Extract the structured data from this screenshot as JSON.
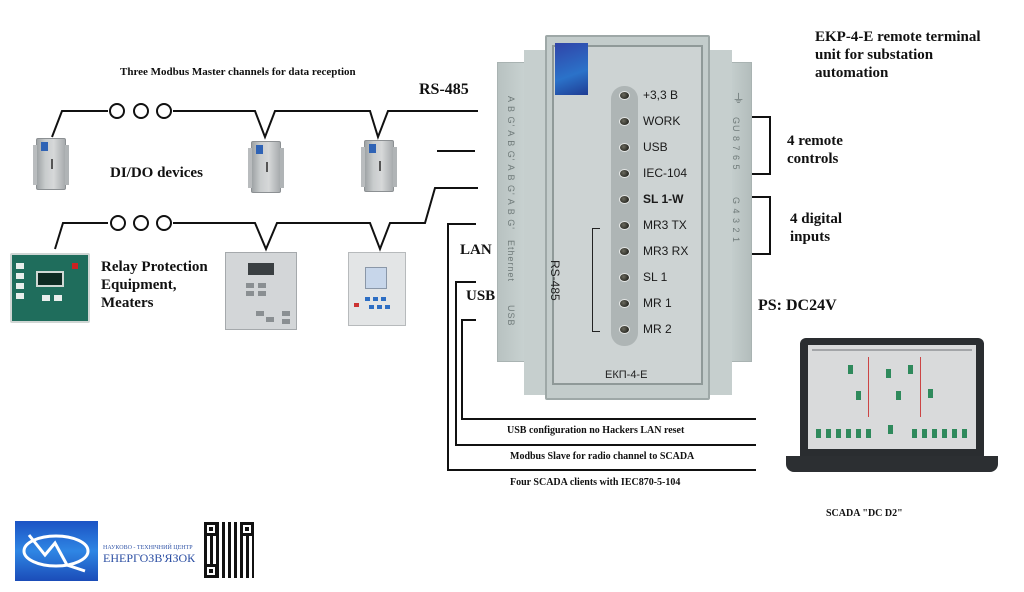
{
  "title": "EKP-4-E remote terminal unit for substation automation",
  "title_lines": [
    "EKP-4-E remote terminal",
    "unit for substation",
    "automation"
  ],
  "modbus_caption": "Three Modbus Master channels for data reception",
  "rs485_label": "RS-485",
  "didio_label": "DI/DO devices",
  "relay_label_lines": [
    "Relay Protection",
    "Equipment,",
    "Meaters"
  ],
  "lan_label": "LAN",
  "usb_label": "USB",
  "unit": {
    "name": "ЕКП-4-Е",
    "rs485_side_label": "RS-485",
    "leds": [
      {
        "label": "+3,3 B",
        "bold": false
      },
      {
        "label": "WORK",
        "bold": false
      },
      {
        "label": "USB",
        "bold": false
      },
      {
        "label": "IEC-104",
        "bold": false
      },
      {
        "label": "SL 1-W",
        "bold": true
      },
      {
        "label": "MR3 TX",
        "bold": false
      },
      {
        "label": "MR3 RX",
        "bold": false
      },
      {
        "label": "SL 1",
        "bold": false
      },
      {
        "label": "MR 1",
        "bold": false
      },
      {
        "label": "MR 2",
        "bold": false
      }
    ],
    "left_print": {
      "terminals": "A B G' A B G' A B G' A B G'",
      "ethernet": "Ethernet",
      "usb": "USB"
    },
    "right_print": {
      "ground_symbol": "⏚",
      "relays": "GU 8 7 6 5",
      "inputs": "G 4 3 2 1"
    }
  },
  "remote_controls_lines": [
    "4 remote",
    "controls"
  ],
  "digital_inputs_lines": [
    "4 digital",
    "inputs"
  ],
  "ps_label": "PS: DC24V",
  "channels": [
    "USB configuration no Hackers LAN reset",
    "Modbus Slave for radio channel to SCADA",
    "Four SCADA clients with IEC870-5-104"
  ],
  "scada_label": "SCADA \"DC D2\"",
  "footer": {
    "org_tagline": "НАУКОВО - ТЕХНІЧНИЙ ЦЕНТР",
    "org_name": "ЕНЕРГОЗВ'ЯЗОК",
    "logo_color": "#2a6fd6"
  }
}
